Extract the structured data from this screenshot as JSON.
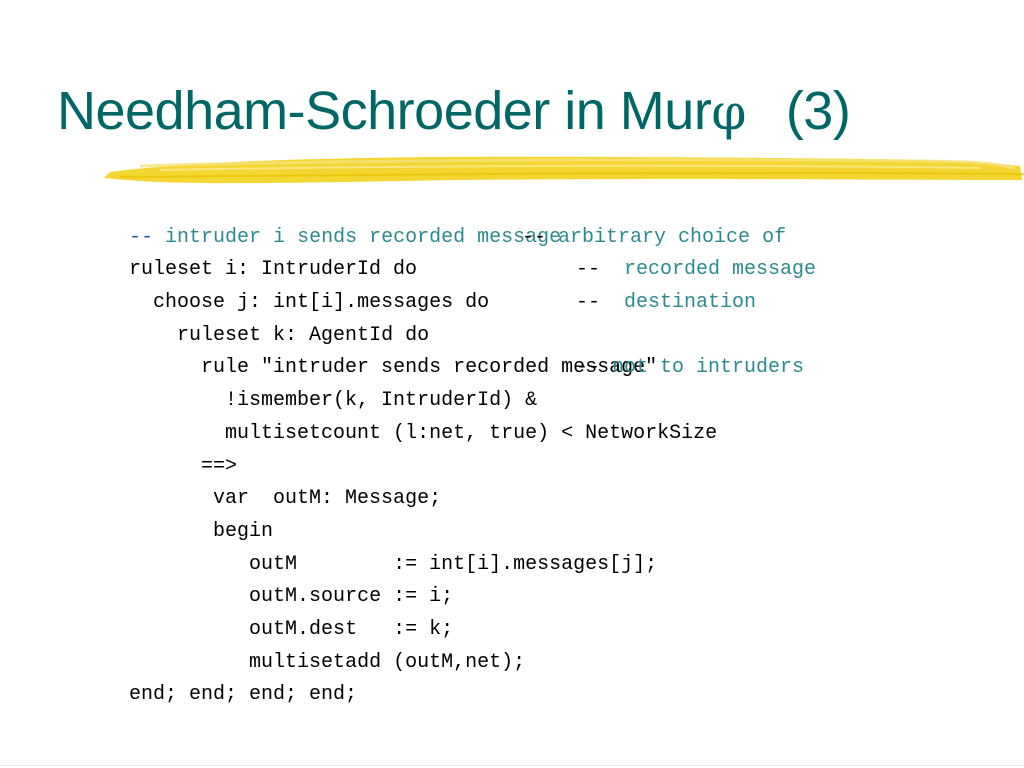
{
  "title": {
    "text": "Needham-Schroeder in Mur",
    "phi": "φ",
    "number": "(3)"
  },
  "code": {
    "l1_dash": "--",
    "l1_comment": "intruder i sends recorded message",
    "l2_code": "ruleset i: IntruderId do",
    "l2_dash": "--",
    "l2_comment": "arbitrary choice of",
    "l3_code": "choose j: int[i].messages do",
    "l3_dash": "--",
    "l3_comment": "recorded message",
    "l4_code": "ruleset k: AgentId do",
    "l4_dash": "--",
    "l4_comment": "destination",
    "l5_code": "rule \"intruder sends recorded message\"",
    "l6_code": "!ismember(k, IntruderId) &",
    "l6_dash": "--",
    "l6_comment": "not to intruders",
    "l7_code": "multisetcount (l:net, true) < NetworkSize",
    "l8_code": "==>",
    "l9_code": "var  outM: Message;",
    "l10_code": "begin",
    "l11_code": "outM        := int[i].messages[j];",
    "l12_code": "outM.source := i;",
    "l13_code": "outM.dest   := k;",
    "l14_code": "multisetadd (outM,net);",
    "l15_code": "end; end; end; end;"
  },
  "colors": {
    "title": "#006666",
    "comment": "#2a8a8f",
    "highlight": "#f2d21b"
  }
}
